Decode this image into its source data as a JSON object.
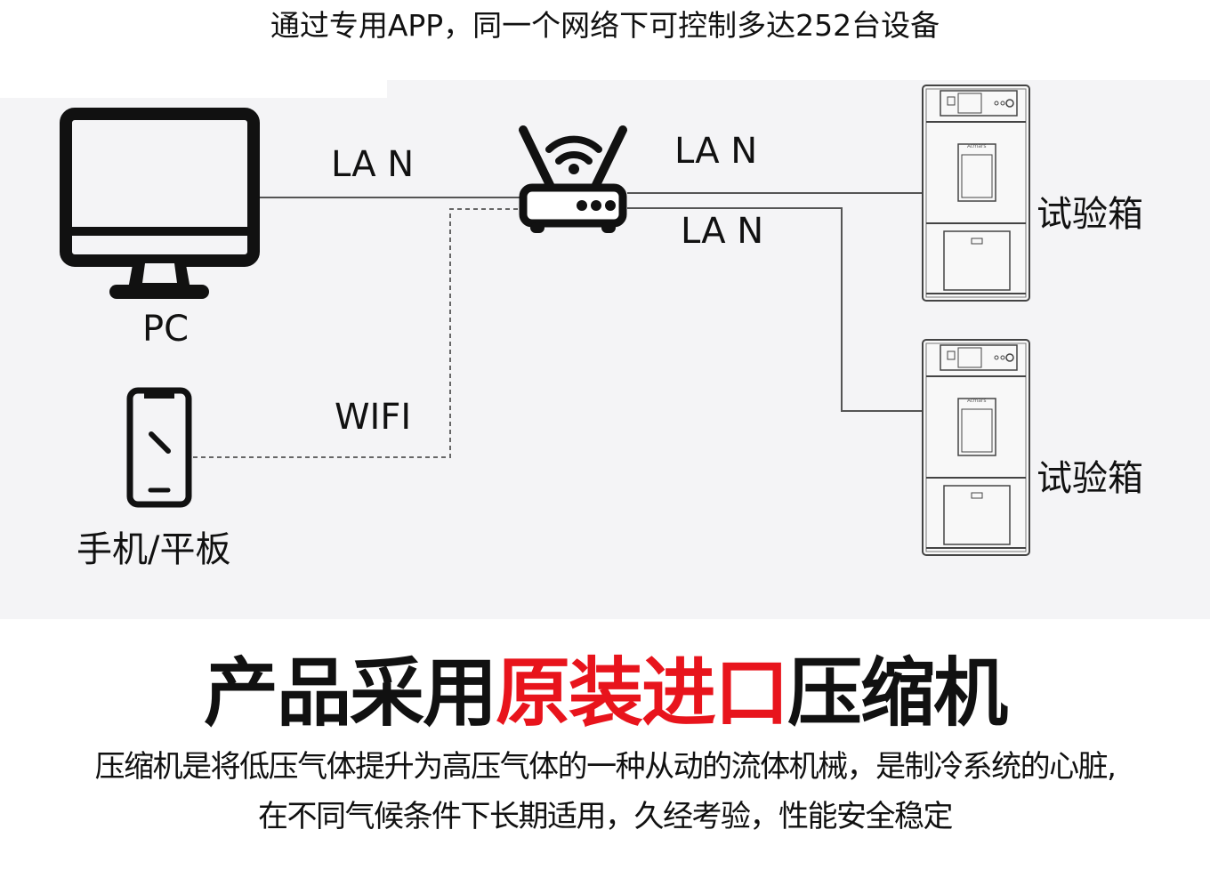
{
  "header": {
    "title": "通过专用APP，同一个网络下可控制多达252台设备"
  },
  "diagram": {
    "pc_label": "PC",
    "mobile_label": "手机/平板",
    "lan_pc_router": "LA N",
    "lan_router_chamber1": "LA N",
    "lan_router_chamber2": "LA N",
    "wifi_label": "WIFI",
    "chamber1_label": "试验箱",
    "chamber2_label": "试验箱",
    "chamber_brand": "Atmars"
  },
  "headline": {
    "part1": "产品采用",
    "part2_highlight": "原装进口",
    "part3": "压缩机",
    "highlight_color": "#e8141c"
  },
  "description": {
    "line1": "压缩机是将低压气体提升为高压气体的一种从动的流体机械，是制冷系统的心脏,",
    "line2": "在不同气候条件下长期适用，久经考验，性能安全稳定"
  }
}
